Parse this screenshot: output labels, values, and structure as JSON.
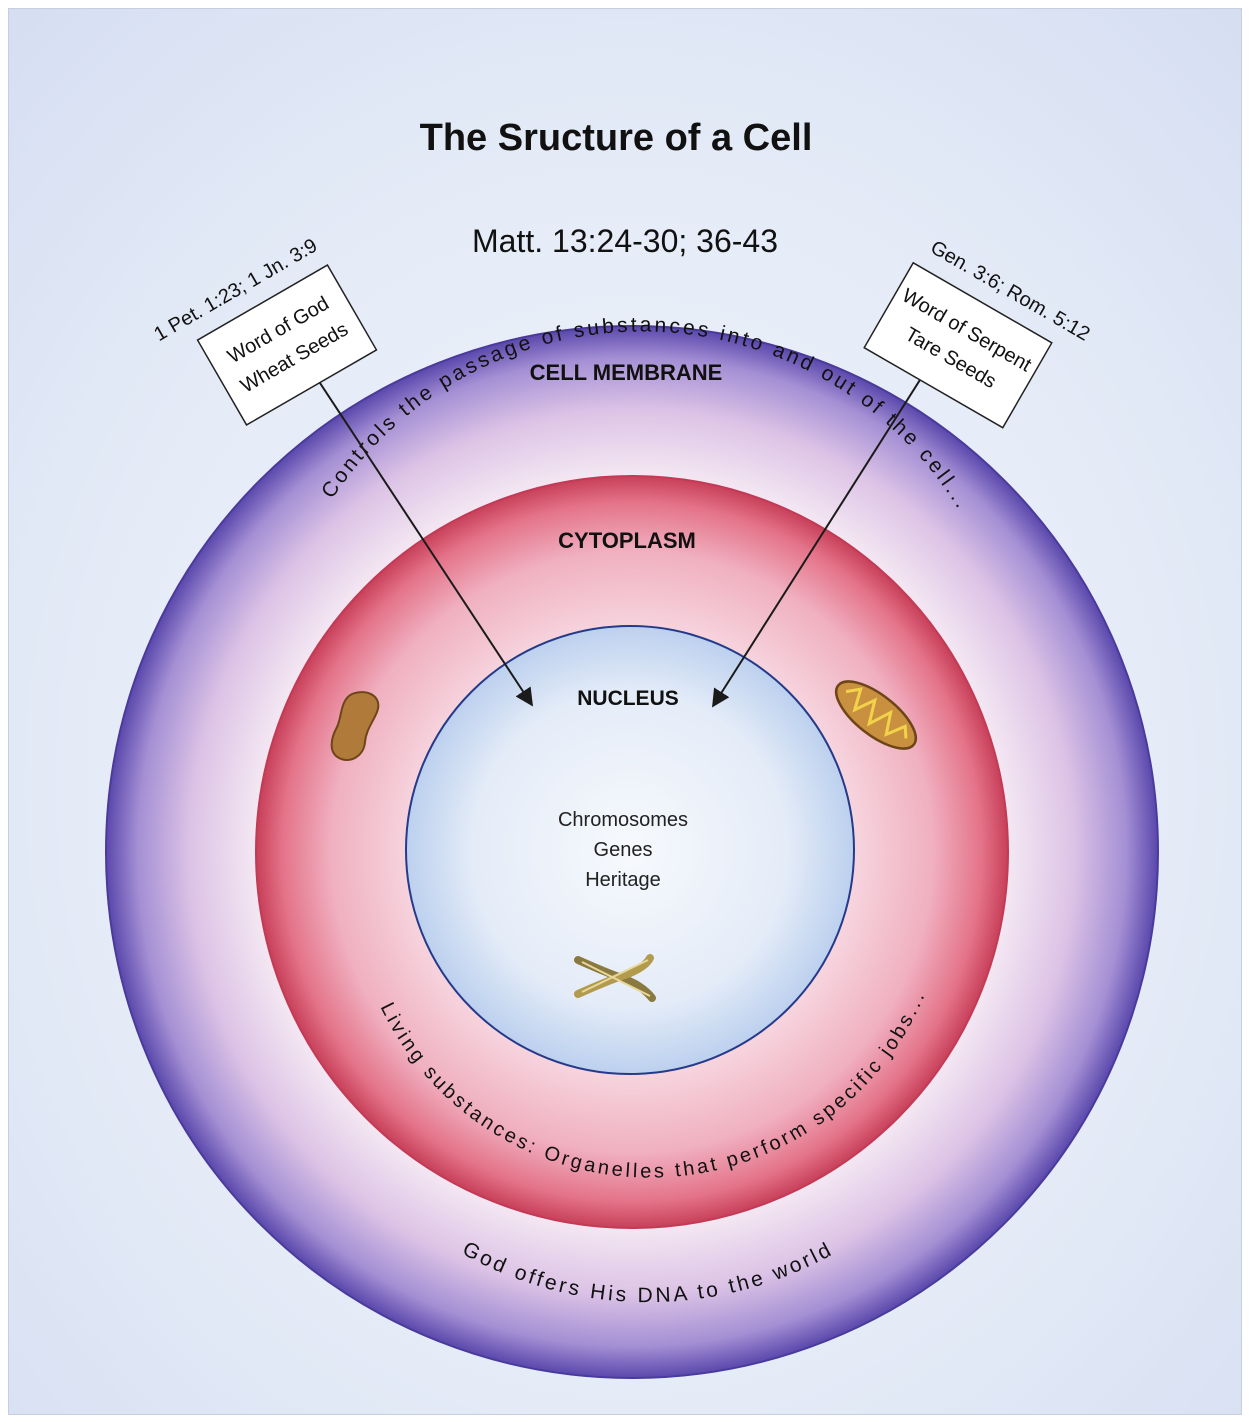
{
  "title": "The Sructure of a Cell",
  "reference": "Matt. 13:24-30; 36-43",
  "left_callout": {
    "reference": "1 Pet. 1:23; 1 Jn. 3:9",
    "line1": "Word of God",
    "line2": "Wheat Seeds"
  },
  "right_callout": {
    "reference": "Gen. 3:6; Rom. 5:12",
    "line1": "Word of Serpent",
    "line2": "Tare Seeds"
  },
  "membrane": {
    "label": "CELL MEMBRANE",
    "description": "Controls the passage of substances into and out of the cell...",
    "bottom_text": "God offers His DNA to the world"
  },
  "cytoplasm": {
    "label": "CYTOPLASM",
    "description": "Living substances: Organelles that perform specific jobs..."
  },
  "nucleus": {
    "label": "NUCLEUS",
    "contents": [
      "Chromosomes",
      "Genes",
      "Heritage"
    ]
  },
  "colors": {
    "background": "#dfe6f6",
    "membrane": "#8e7cc9",
    "membrane_edge": "#4a3a9c",
    "cytoplasm": "#e35d78",
    "cytoplasm_edge": "#c23a55",
    "nucleus": "#cfe0f5",
    "nucleus_edge": "#243a8a",
    "organelle": "#b07a3a"
  },
  "icons": [
    "organelle-blob-icon",
    "mitochondrion-icon",
    "chromosome-icon"
  ]
}
